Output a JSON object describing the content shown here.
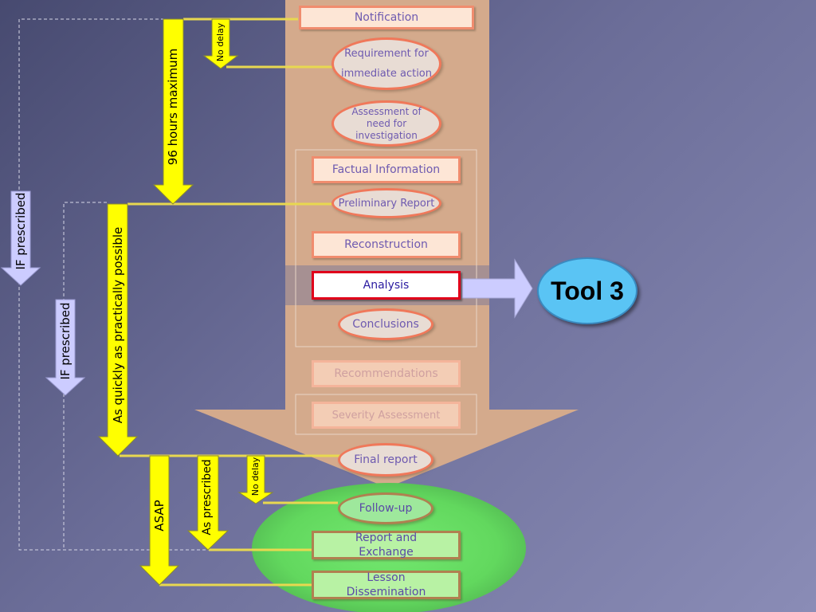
{
  "nodes": {
    "notification": "Notification",
    "requirement_line1": "Requirement for",
    "requirement_line2": "immediate  action",
    "assessment_line1": "Assessment of",
    "assessment_line2": "need for",
    "assessment_line3": "investigation",
    "factual": "Factual Information",
    "preliminary": "Preliminary Report",
    "reconstruction": "Reconstruction",
    "analysis": "Analysis",
    "conclusions": "Conclusions",
    "recommendations": "Recommendations",
    "severity": "Severity Assessment",
    "final_report": "Final report",
    "followup": "Follow-up",
    "report_exchange_line1": "Report and",
    "report_exchange_line2": "Exchange",
    "lesson_line1": "Lesson",
    "lesson_line2": "Dissemination"
  },
  "timings": {
    "hours96": "96 hours maximum",
    "nodelay1": "No delay",
    "asap_practical": "As quickly as practically possible",
    "asap": "ASAP",
    "as_prescribed": "As prescribed",
    "nodelay2": "No delay",
    "if_prescribed_1": "IF prescribed",
    "if_prescribed_2": "IF prescribed"
  },
  "tool": {
    "label": "Tool 3"
  },
  "colors": {
    "timing_arrow": "#ffff00",
    "prescribed_arrow": "#ccccff",
    "funnel": "#d4aa8c",
    "highlight_ellipse": "#6ee06a",
    "tool": "#5ac4f4"
  }
}
